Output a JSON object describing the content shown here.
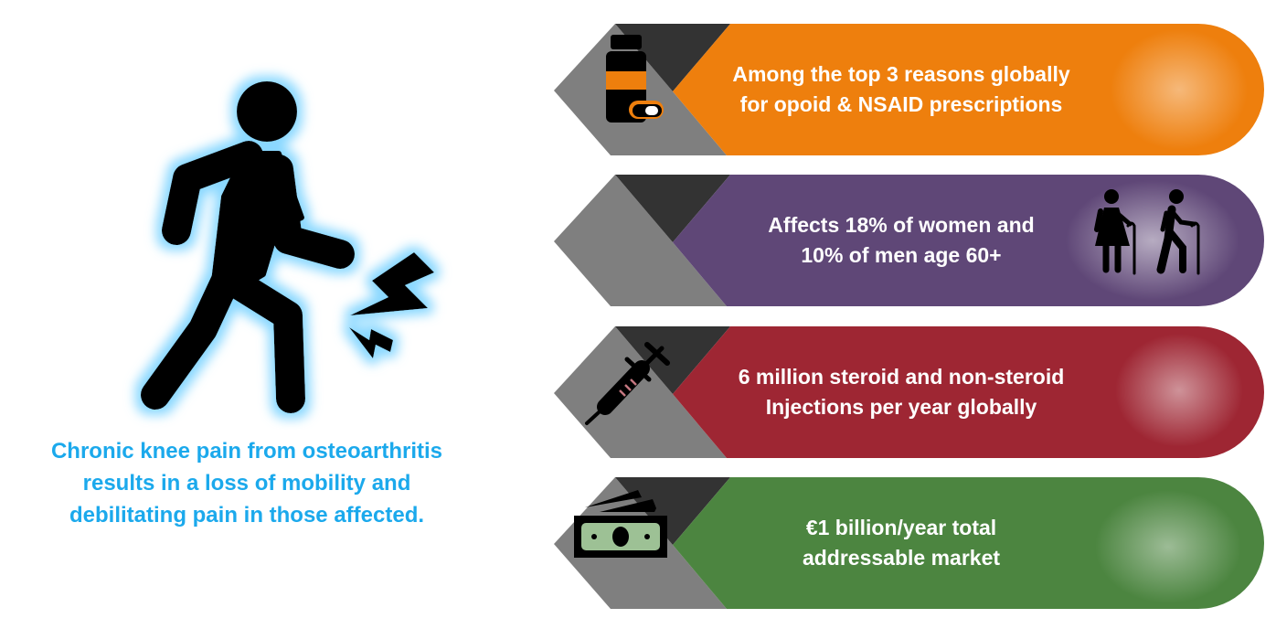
{
  "left": {
    "figure_icon": "walking-person-knee-pain-icon",
    "caption_lines": [
      "Chronic knee pain from osteoarthritis",
      "results in a loss of mobility and",
      "debilitating pain in those affected."
    ],
    "caption_color": "#1BA9EC"
  },
  "facts": [
    {
      "lines": [
        "Among the top 3 reasons globally",
        "for opoid & NSAID prescriptions"
      ],
      "color": "#EE7F0D",
      "icon": "pill-bottle-icon"
    },
    {
      "lines": [
        "Affects 18% of women and",
        "10% of men age 60+"
      ],
      "color": "#5F4777",
      "icon": "elderly-people-icon"
    },
    {
      "lines": [
        "6 million steroid and non-steroid",
        "Injections per year globally"
      ],
      "color": "#9E2633",
      "icon": "syringe-icon"
    },
    {
      "lines": [
        "€1 billion/year total",
        "addressable market"
      ],
      "color": "#4C8540",
      "icon": "money-icon"
    }
  ]
}
